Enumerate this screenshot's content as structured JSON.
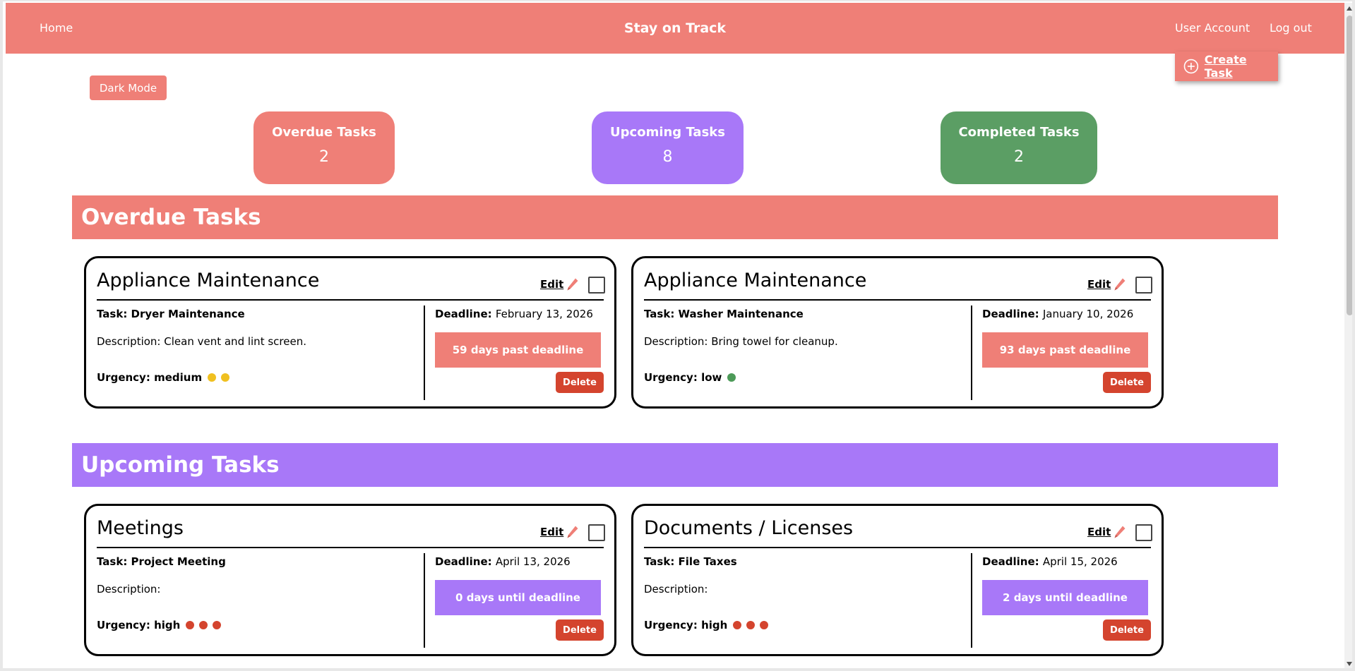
{
  "nav": {
    "home": "Home",
    "title": "Stay on Track",
    "account": "User Account",
    "logout": "Log out"
  },
  "create_task": "Create Task",
  "dark_mode": "Dark Mode",
  "summary": {
    "overdue": {
      "label": "Overdue Tasks",
      "count": "2"
    },
    "upcoming": {
      "label": "Upcoming Tasks",
      "count": "8"
    },
    "completed": {
      "label": "Completed Tasks",
      "count": "2"
    }
  },
  "sections": {
    "overdue": "Overdue Tasks",
    "upcoming": "Upcoming Tasks"
  },
  "edit_label": "Edit",
  "delete_label": "Delete",
  "labels": {
    "task": "Task: ",
    "description": "Description: ",
    "urgency": "Urgency: ",
    "deadline": "Deadline: "
  },
  "colors": {
    "coral": "#ef7f77",
    "purple": "#a878f8",
    "green": "#5b9e64",
    "delete": "#d4442e",
    "dot_medium": "#f0c020",
    "dot_low": "#4c9a58",
    "dot_high": "#d4442e"
  },
  "cards": [
    {
      "category": "Appliance Maintenance",
      "task": "Dryer Maintenance",
      "description": "Clean vent and lint screen.",
      "urgency": "medium",
      "urgency_dots": 2,
      "deadline": "February 13, 2026",
      "status": "59 days past deadline"
    },
    {
      "category": "Appliance Maintenance",
      "task": "Washer Maintenance",
      "description": "Bring towel for cleanup.",
      "urgency": "low",
      "urgency_dots": 1,
      "deadline": "January 10, 2026",
      "status": "93 days past deadline"
    },
    {
      "category": "Meetings",
      "task": "Project Meeting",
      "description": "",
      "urgency": "high",
      "urgency_dots": 3,
      "deadline": "April 13, 2026",
      "status": "0 days until deadline"
    },
    {
      "category": "Documents / Licenses",
      "task": "File Taxes",
      "description": "",
      "urgency": "high",
      "urgency_dots": 3,
      "deadline": "April 15, 2026",
      "status": "2 days until deadline"
    }
  ]
}
